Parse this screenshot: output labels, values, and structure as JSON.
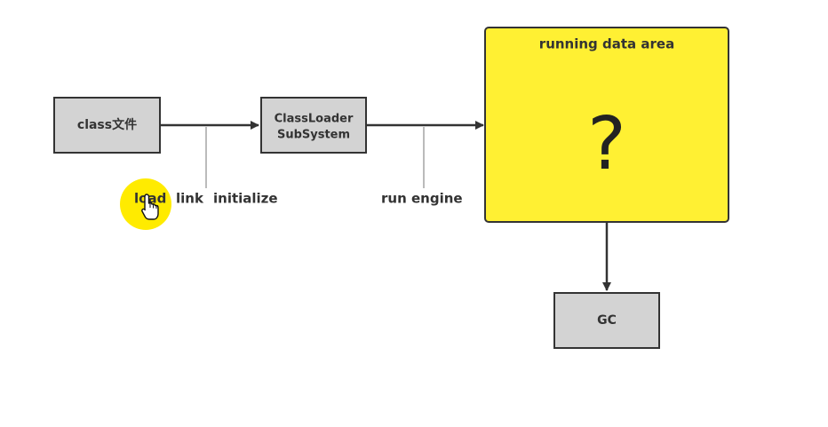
{
  "nodes": {
    "class_file": {
      "label": "class文件"
    },
    "classloader": {
      "line1": "ClassLoader",
      "line2": "SubSystem"
    },
    "runtime_area": {
      "title": "running data area",
      "symbol": "?"
    },
    "gc": {
      "label": "GC"
    }
  },
  "labels": {
    "load": "load",
    "link": "link",
    "initialize": "initialize",
    "run_engine": "run engine"
  },
  "colors": {
    "box_fill": "#d3d3d3",
    "area_fill": "#fff033",
    "stroke": "#333333",
    "connector": "#bbbbbb",
    "cursor_highlight": "#ffeb00"
  },
  "icons": {
    "cursor": "hand-pointer-icon"
  }
}
